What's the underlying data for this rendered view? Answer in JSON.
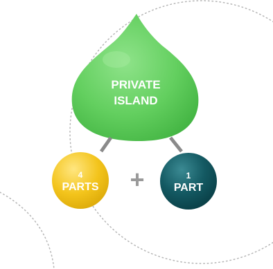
{
  "diagram": {
    "product": {
      "line1": "PRIVATE",
      "line2": "ISLAND"
    },
    "parts_a": {
      "count": "4",
      "unit": "PARTS"
    },
    "operator": "+",
    "parts_b": {
      "count": "1",
      "unit": "PART"
    }
  },
  "colors": {
    "blob_green": "#6cd468",
    "yellow_part": "#f2c31a",
    "teal_part": "#0f4f57",
    "connector_gray": "#8a8a8a",
    "dotted_outline": "#b5b5b5"
  }
}
